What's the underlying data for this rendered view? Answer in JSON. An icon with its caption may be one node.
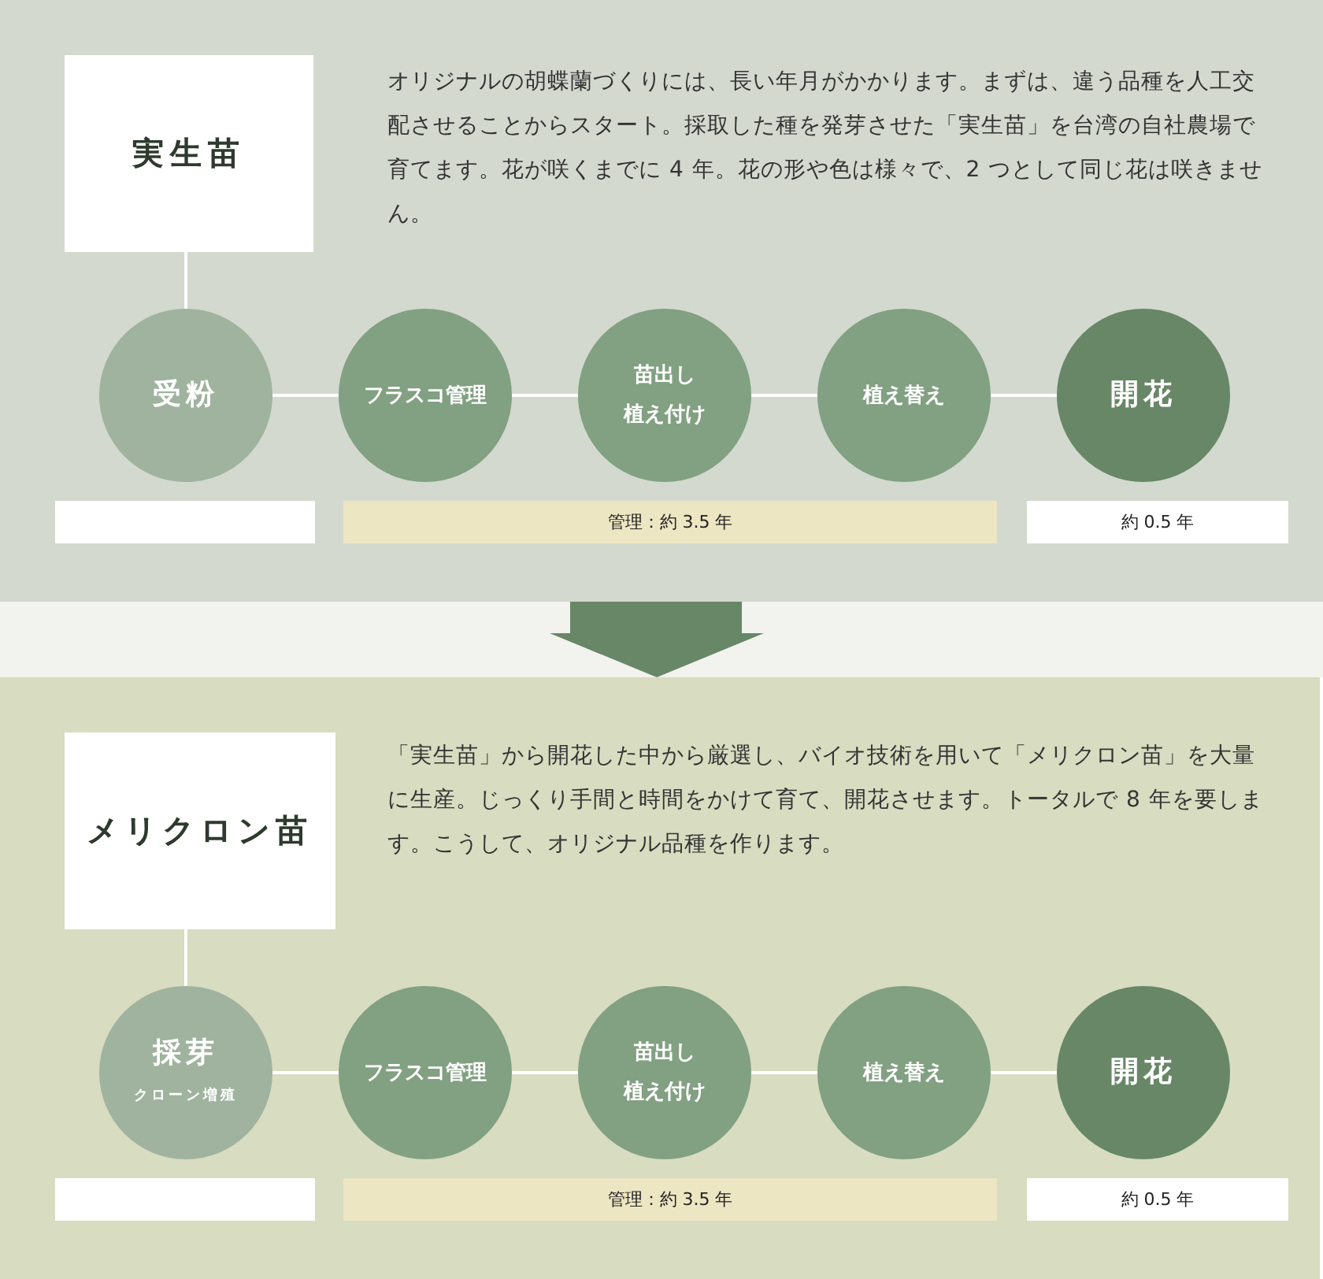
{
  "diagram": {
    "nodes": [
      {
        "text": [
          "実生苗"
        ]
      },
      {
        "text": [
          "受粉"
        ]
      },
      {
        "text": [
          "フラスコ管理"
        ]
      },
      {
        "text": [
          "苗出し植え付け"
        ]
      },
      {
        "text": [
          "植え替え"
        ]
      },
      {
        "text": [
          "開花"
        ]
      },
      {
        "text": [],
        "shape": "box"
      },
      {
        "text": [
          "管理：約 3.5 年"
        ]
      },
      {
        "text": [
          "約 0.5 年"
        ]
      },
      {
        "text": [
          "メリクロン苗"
        ]
      },
      {
        "text": [
          "採芽",
          "クローン増殖"
        ]
      },
      {
        "text": [
          "フラスコ管理"
        ]
      },
      {
        "text": [
          "苗出し植え付け"
        ]
      },
      {
        "text": [
          "植え替え"
        ]
      },
      {
        "text": [
          "開花"
        ]
      },
      {
        "text": [],
        "shape": "box"
      },
      {
        "text": [
          "管理：約 3.5 年"
        ]
      },
      {
        "text": [
          "約 0.5 年"
        ]
      }
    ],
    "edges": [
      {
        "from": 0,
        "to": 1,
        "arrow": "none"
      },
      {
        "from": 1,
        "to": 2,
        "arrow": "none"
      },
      {
        "from": 2,
        "to": 3,
        "arrow": "none"
      },
      {
        "from": 3,
        "to": 4,
        "arrow": "none"
      },
      {
        "from": 4,
        "to": 5,
        "arrow": "none"
      },
      {
        "from": 9,
        "to": 10,
        "arrow": "none"
      },
      {
        "from": 10,
        "to": 11,
        "arrow": "none"
      },
      {
        "from": 11,
        "to": 12,
        "arrow": "none"
      },
      {
        "from": 12,
        "to": 13,
        "arrow": "none"
      },
      {
        "from": 13,
        "to": 14,
        "arrow": "none"
      }
    ],
    "labels": [
      "オリジナルの胡蝶蘭づくりには、長い年月がかかります。まずは、違う品種を人工交配させることからスタート。採取した種を発芽させた「実生苗」を台湾の自社農場で育てます。花が咲くまでに 4 年。花の形や色は様々で、2 つとして同じ花は咲きません。",
      "「実生苗」から開花した中から厳選し、バイオ技術を用いて「メリクロン苗」を大量に生産。じっくり手間と時間をかけて育て、開花させます。トータルで 8 年を要します。こうして、オリジナル品種を作ります。"
    ]
  }
}
